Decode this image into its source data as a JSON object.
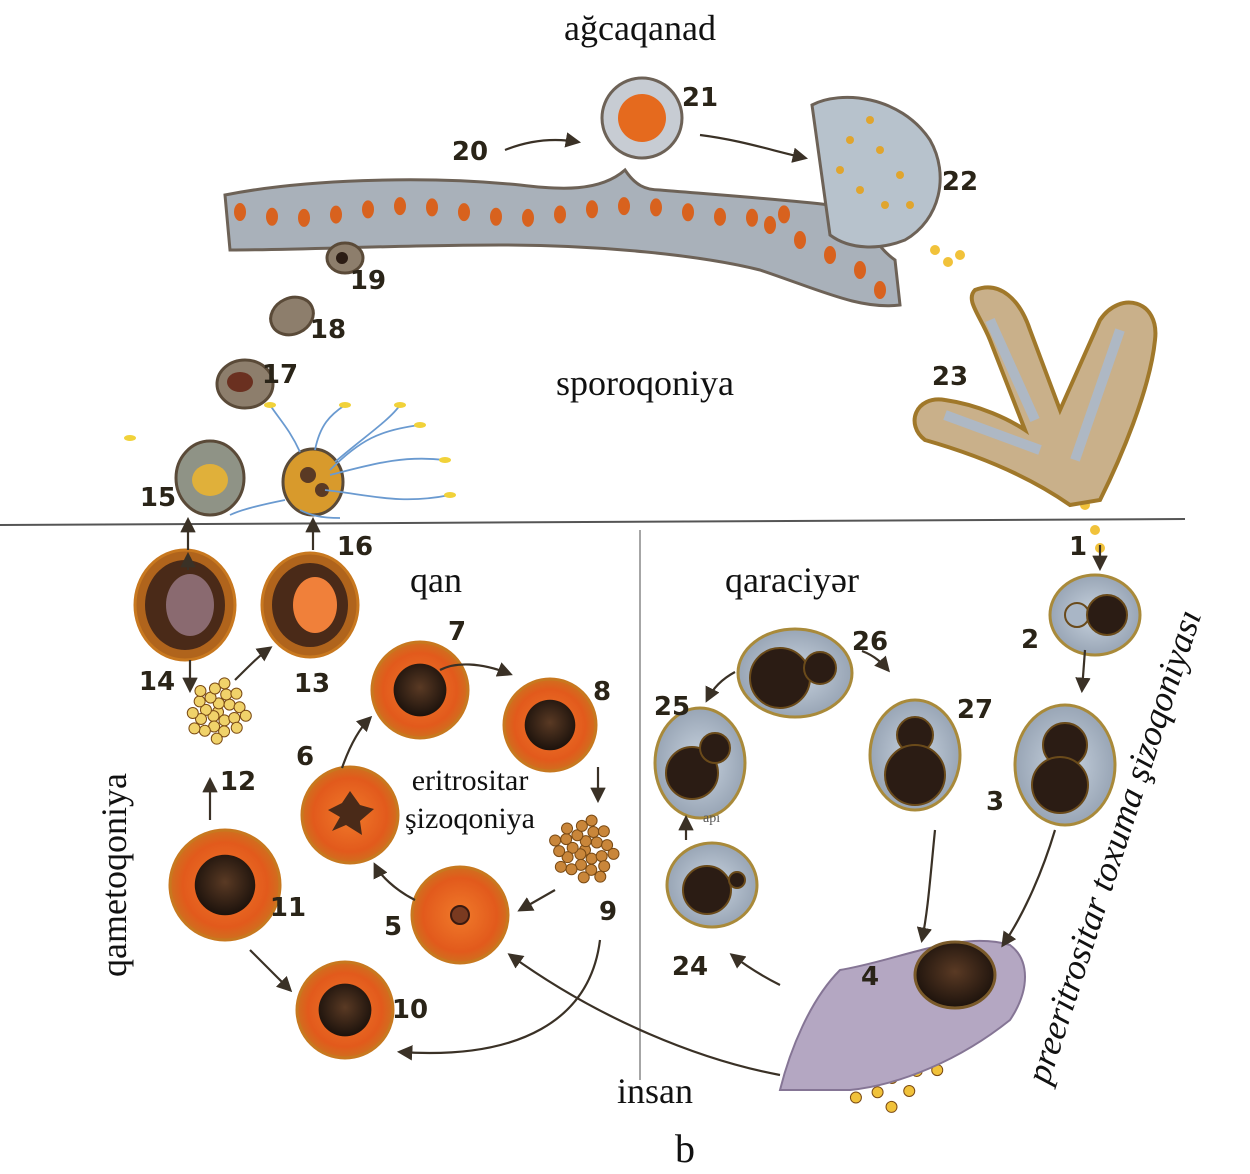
{
  "labels": {
    "mosquito": "ağcaqanad",
    "sporogony": "sporoqoniya",
    "blood": "qan",
    "liver": "qaraciyər",
    "erythrocytic_line1": "eritrositar",
    "erythrocytic_line2": "şizoqoniya",
    "gametogony": "qametoqoniya",
    "human": "insan",
    "pre_erythrocytic": "preeritrositar toxuma şizoqoniyası",
    "panel": "b"
  },
  "stage_numbers": [
    "1",
    "2",
    "3",
    "4",
    "5",
    "6",
    "7",
    "8",
    "9",
    "10",
    "11",
    "12",
    "13",
    "14",
    "15",
    "16",
    "17",
    "18",
    "19",
    "20",
    "21",
    "22",
    "23",
    "24",
    "25",
    "26",
    "27"
  ],
  "liver_cell_tag": "apı",
  "colors": {
    "erythrocyte": "#e2601f",
    "erythrocyte_rim": "#c8781f",
    "nucleus": "#2b1c14",
    "liver_cell": "#a9b6c6",
    "gut_wall": "#9aa3ae",
    "gut_spot": "#d8621e",
    "sporozoite": "#f1c23a",
    "arrow": "#3a3126"
  }
}
